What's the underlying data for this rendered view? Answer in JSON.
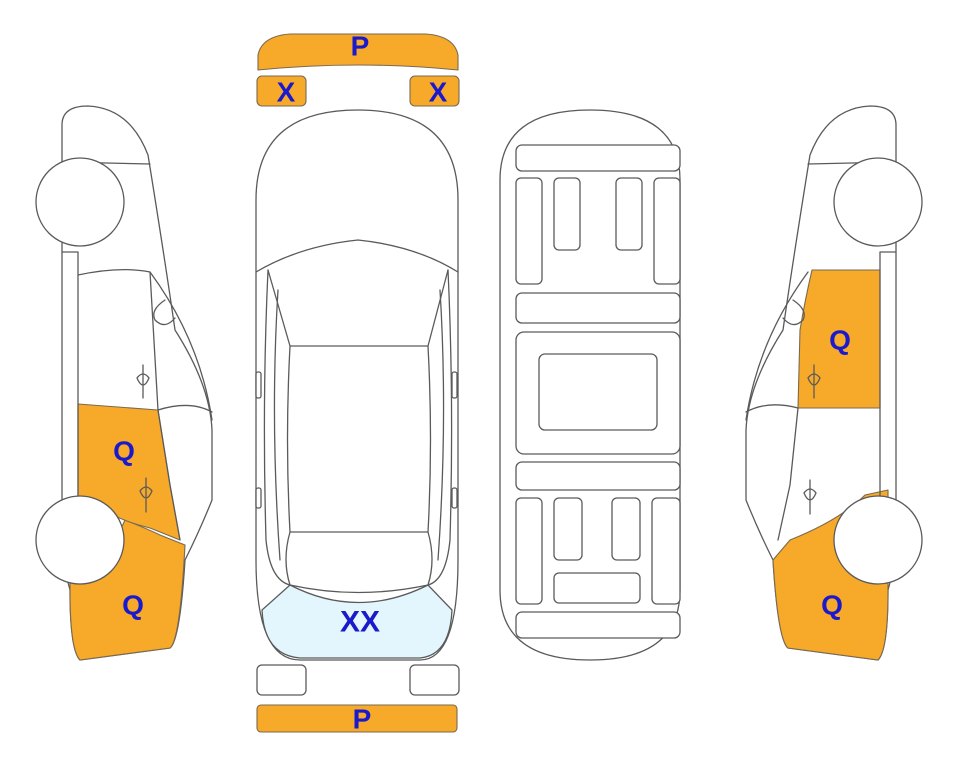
{
  "colors": {
    "damage_fill": "#f7a929",
    "glass_fill": "#e3f6fd",
    "label_text": "#1a1acc",
    "outline": "#5a5a5a"
  },
  "labels": {
    "front_bumper": "P",
    "headlight_left": "X",
    "headlight_right": "X",
    "windshield": "XX",
    "rear_bumper": "P",
    "left_rear_door": "Q",
    "left_rear_quarter": "Q",
    "right_front_door": "Q",
    "right_rear_quarter": "Q"
  }
}
